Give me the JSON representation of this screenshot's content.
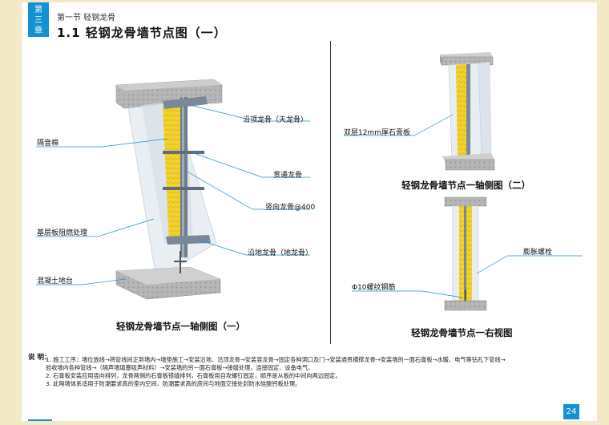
{
  "chapter": {
    "lines": [
      "第",
      "三",
      "章"
    ]
  },
  "section": "第一节  轻钢龙骨",
  "title": "1.1  轻钢龙骨墙节点图（一）",
  "figure_left": {
    "caption": "轻钢龙骨墙节点一轴侧图（一）",
    "labels": {
      "top_track": "沿顶龙骨（天龙骨）",
      "insulation": "隔音棉",
      "cross_channel": "贯通龙骨",
      "stud": "竖向龙骨@400",
      "board": "基层板阻燃处理",
      "bottom_track": "沿地龙骨（地龙骨）",
      "concrete": "混凝土地台"
    }
  },
  "figure_right_top": {
    "caption": "轻钢龙骨墙节点一轴侧图（二）",
    "labels": {
      "gypsum": "双层12mm厚石膏板"
    }
  },
  "figure_right_bottom": {
    "caption": "轻钢龙骨墙节点一右视图",
    "labels": {
      "anchor": "膨胀螺栓",
      "rebar": "Φ10螺纹钢筋"
    }
  },
  "notes": {
    "title": "说  明：",
    "items": [
      "1. 施工工序：墙位放线→将管线间正到墙内→墙垫施工→安装沿地、沿顶龙骨→安装竖龙骨→固定各种洞口及门→安装通贯横撑龙骨→安装墙的一面石膏板→水暖、电气等钻孔下管线→",
      "    验收墙内各种管线→（隔声墙填塞吸声材料）→安装墙的另一面石膏板→接缝处理，连接固定、设备电气。",
      "2. 石膏板安装应用竖向排列，龙骨两侧的石膏板错缝排列，石膏板用自攻螺钉固定，顺序是从板的中间向两边固定。",
      "3. 此隔墙体系适用于防潮要求高的室内空间，防潮要求高的房间与地面交接处封防水硅酸钙板处理。"
    ]
  },
  "page_number": "24",
  "colors": {
    "accent": "#1591d1",
    "leader": "#1591d1",
    "insulation": "#f2d231",
    "board": "#e9eef3",
    "steel": "#8a97a6",
    "concrete": "#a9a9a9"
  }
}
